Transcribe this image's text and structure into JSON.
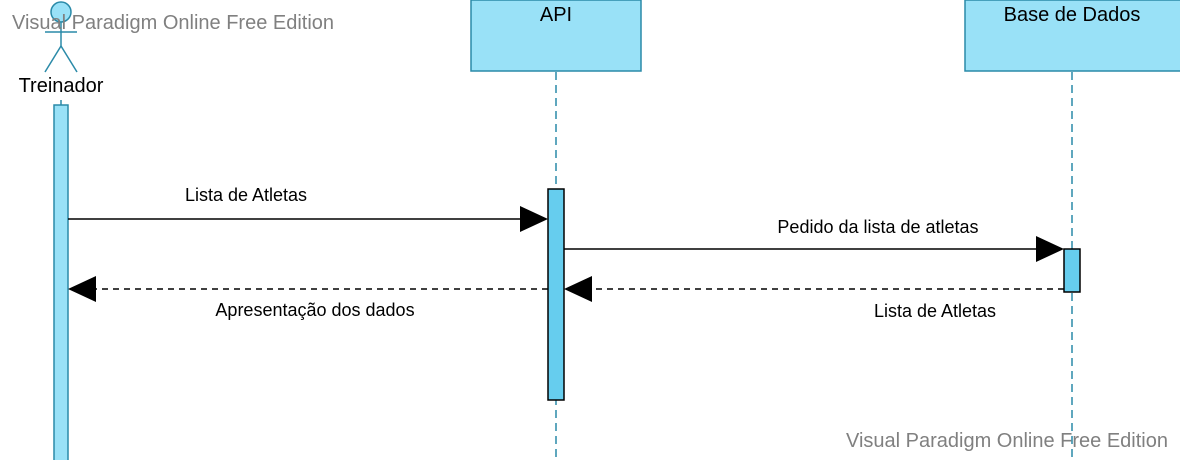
{
  "watermark": "Visual Paradigm Online Free Edition",
  "participants": {
    "actor": "Treinador",
    "api": "API",
    "db": "Base de Dados"
  },
  "messages": [
    {
      "label": "Lista de Atletas",
      "kind": "call"
    },
    {
      "label": "Pedido da lista de atletas",
      "kind": "call"
    },
    {
      "label": "Lista de Atletas",
      "kind": "return"
    },
    {
      "label": "Apresentação dos dados",
      "kind": "return"
    }
  ],
  "colors": {
    "participant_fill": "#99e1f7",
    "lifeline": "#2a8aa8",
    "outline": "#000000",
    "watermark": "#808080"
  }
}
